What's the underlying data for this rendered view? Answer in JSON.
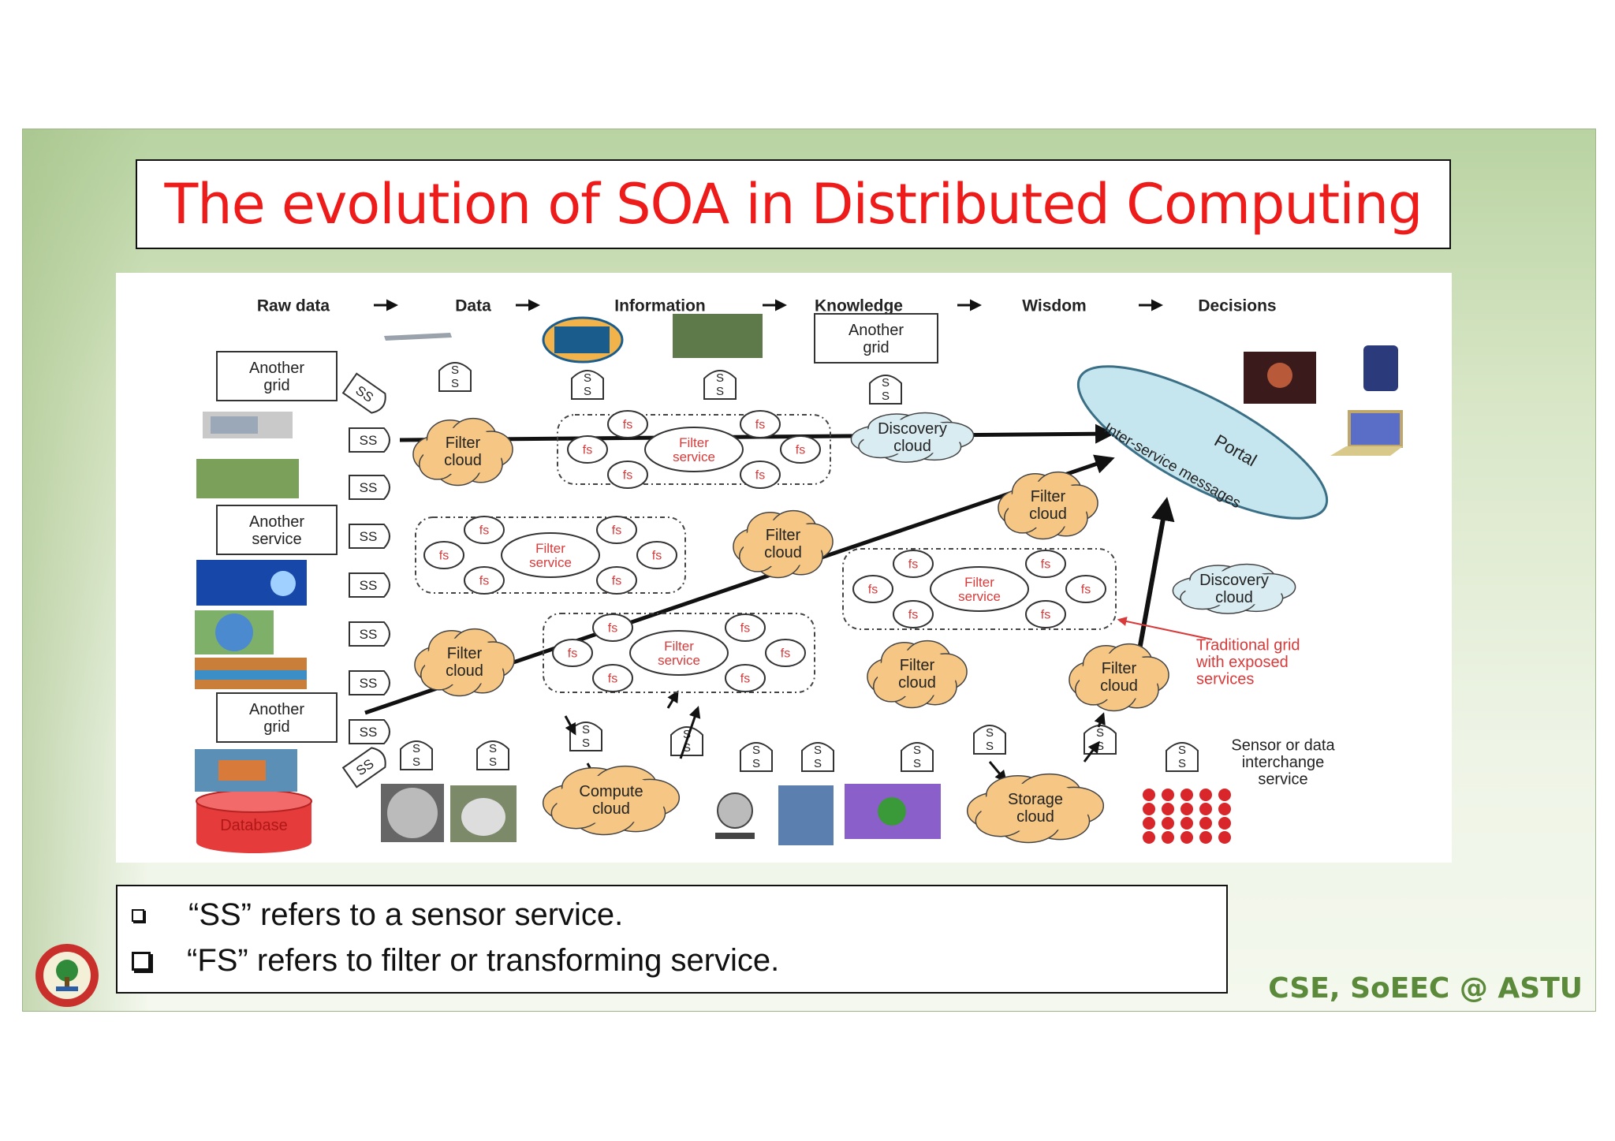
{
  "title": "The evolution of SOA in Distributed Computing",
  "diagram": {
    "stages": [
      "Raw data",
      "Data",
      "Information",
      "Knowledge",
      "Wisdom",
      "Decisions"
    ],
    "another_grid": "Another\ngrid",
    "another_service": "Another\nservice",
    "ss": "SS",
    "s": "S",
    "fs": "fs",
    "filter_cloud": "Filter\ncloud",
    "filter_service": "Filter\nservice",
    "discovery_cloud": "Discovery\ncloud",
    "compute_cloud": "Compute\ncloud",
    "storage_cloud": "Storage\ncloud",
    "database": "Database",
    "portal": "Portal",
    "inter_service": "Inter-service messages",
    "traditional_grid": "Traditional grid\nwith exposed\nservices",
    "sensor_interchange": "Sensor or data\ninterchange\nservice"
  },
  "legend": [
    "“SS” refers to a sensor service.",
    "“FS”  refers to  filter or transforming service."
  ],
  "footer": "CSE, SoEEC @ ASTU",
  "colors": {
    "title": "#ee1b1b",
    "cloud": "#f6c784",
    "portal": "#c6e6ef",
    "annotation": "#d83a3a",
    "footer": "#5b8a3a"
  }
}
